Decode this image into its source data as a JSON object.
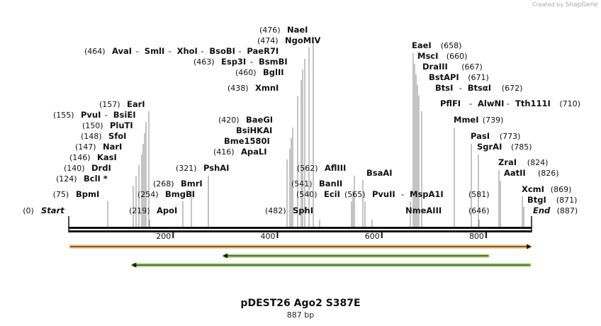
{
  "credit": {
    "prefix": "Created by",
    "brand": "SnapGene"
  },
  "map": {
    "title": "pDEST26 Ago2 S387E",
    "length_label": "887 bp",
    "length": 887,
    "start_label": "Start",
    "end_label": "End",
    "ruler_ticks": [
      "200",
      "400",
      "600",
      "800"
    ]
  },
  "features": [
    {
      "from": 1,
      "to": 887,
      "direction": "forward",
      "color": "#f0a030"
    },
    {
      "from": 296,
      "to": 807,
      "direction": "reverse",
      "color": "#7fc43a"
    },
    {
      "from": 121,
      "to": 887,
      "direction": "reverse",
      "color": "#7fc43a"
    }
  ],
  "sites": [
    {
      "pos": "(0)",
      "name": "Start",
      "italic": true
    },
    {
      "pos": "(75)",
      "name": "BpmI"
    },
    {
      "pos": "(124)",
      "name": "BclI *"
    },
    {
      "pos": "(140)",
      "name": "DrdI"
    },
    {
      "pos": "(146)",
      "name": "KasI"
    },
    {
      "pos": "(147)",
      "name": "NarI"
    },
    {
      "pos": "(148)",
      "name": "SfoI"
    },
    {
      "pos": "(150)",
      "name": "PluTI"
    },
    {
      "pos": "(155)",
      "names": [
        "PvuI",
        "BsiEI"
      ]
    },
    {
      "pos": "(157)",
      "name": "EarI"
    },
    {
      "pos": "(219)",
      "name": "ApoI"
    },
    {
      "pos": "(254)",
      "name": "BmgBI"
    },
    {
      "pos": "(268)",
      "name": "BmrI"
    },
    {
      "pos": "(321)",
      "name": "PshAI"
    },
    {
      "pos": "(416)",
      "name": "ApaLI"
    },
    {
      "name": "Bme1580I"
    },
    {
      "name": "BsiHKAI"
    },
    {
      "pos": "(420)",
      "name": "BaeGI"
    },
    {
      "pos": "(438)",
      "name": "XmnI"
    },
    {
      "pos": "(460)",
      "name": "BglII"
    },
    {
      "pos": "(463)",
      "names": [
        "Esp3I",
        "BsmBI"
      ]
    },
    {
      "pos": "(464)",
      "names": [
        "AvaI",
        "SmlI",
        "XhoI",
        "BsoBI",
        "PaeR7I"
      ]
    },
    {
      "pos": "(474)",
      "name": "NgoMIV"
    },
    {
      "pos": "(476)",
      "name": "NaeI"
    },
    {
      "pos": "(482)",
      "name": "SphI"
    },
    {
      "pos": "(540)",
      "name": "EciI"
    },
    {
      "pos": "(541)",
      "name": "BanII"
    },
    {
      "pos": "(562)",
      "name": "AflIII"
    },
    {
      "name": "BsaAI"
    },
    {
      "pos": "(565)",
      "names": [
        "PvuII",
        "MspA1I"
      ]
    },
    {
      "name": "NmeAIII"
    },
    {
      "pos": "(581)"
    },
    {
      "pos": "(646)"
    },
    {
      "pos": "(658)",
      "name": "EaeI"
    },
    {
      "pos": "(660)",
      "name": "MscI"
    },
    {
      "pos": "(667)",
      "name": "DraIII"
    },
    {
      "pos": "(671)",
      "name": "BstAPI"
    },
    {
      "pos": "(672)",
      "names": [
        "BtsI",
        "BtsαI"
      ]
    },
    {
      "pos": "(710)",
      "names": [
        "PflFI",
        "AlwNI",
        "Tth111I"
      ]
    },
    {
      "pos": "(739)",
      "name": "MmeI"
    },
    {
      "pos": "(773)",
      "name": "PasI"
    },
    {
      "pos": "(785)",
      "name": "SgrAI"
    },
    {
      "pos": "(824)",
      "name": "ZraI"
    },
    {
      "pos": "(826)",
      "name": "AatII"
    },
    {
      "pos": "(869)",
      "name": "XcmI"
    },
    {
      "pos": "(871)",
      "name": "BtgI"
    },
    {
      "pos": "(887)",
      "name": "End",
      "italic": true
    }
  ]
}
